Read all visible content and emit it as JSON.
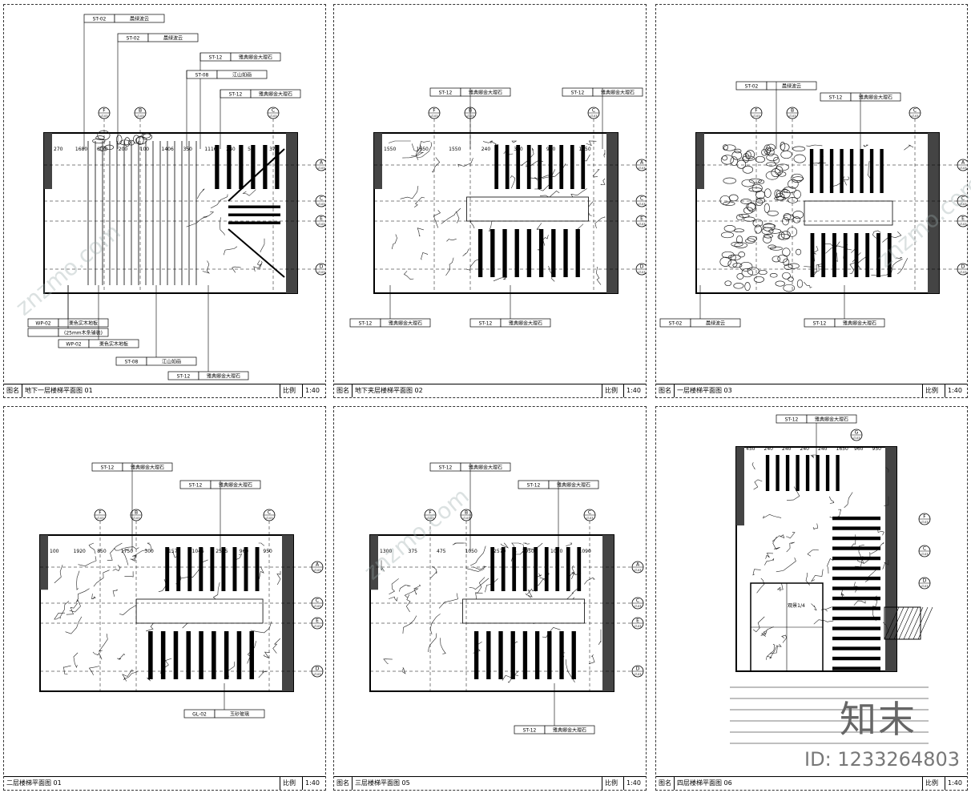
{
  "sheets": [
    {
      "title": "地下一层楼梯平面图 01",
      "name_label": "图名",
      "scale_label": "比例",
      "scale": "1:40",
      "tags": [
        [
          "ST-02",
          "晨绿波云"
        ],
        [
          "ST-02",
          "晨绿波云"
        ],
        [
          "ST-12",
          "雅典娜金大理石"
        ],
        [
          "ST-08",
          "江山如画"
        ],
        [
          "ST-12",
          "雅典娜金大理石"
        ],
        [
          "WP-02",
          "栗色实木地板"
        ],
        [
          "",
          "(25mm木条铺装)"
        ],
        [
          "WP-02",
          "栗色实木地板"
        ],
        [
          "ST-08",
          "江山如画"
        ],
        [
          "ST-12",
          "雅典娜金大理石"
        ]
      ],
      "dims": [
        "270",
        "1680",
        "600",
        "200",
        "100",
        "1406",
        "350",
        "1116",
        "240",
        "50",
        "376"
      ],
      "grid": [
        "F",
        "B",
        "C",
        "A",
        "C",
        "E",
        "D"
      ],
      "grid_ref": "LT-03"
    },
    {
      "title": "地下夹层楼梯平面图 02",
      "name_label": "图名",
      "scale_label": "比例",
      "scale": "1:40",
      "tags": [
        [
          "ST-12",
          "雅典娜金大理石"
        ],
        [
          "ST-12",
          "雅典娜金大理石"
        ],
        [
          "ST-12",
          "雅典娜金大理石"
        ],
        [
          "ST-12",
          "雅典娜金大理石"
        ]
      ],
      "dims": [
        "1550",
        "1650",
        "1550",
        "240",
        "310",
        "960",
        "1350"
      ],
      "grid": [
        "F",
        "B",
        "C",
        "A",
        "C",
        "E",
        "D"
      ],
      "grid_ref": "LT-03"
    },
    {
      "title": "一层楼梯平面图 03",
      "name_label": "图名",
      "scale_label": "比例",
      "scale": "1:40",
      "tags": [
        [
          "ST-02",
          "晨绿波云"
        ],
        [
          "ST-12",
          "雅典娜金大理石"
        ],
        [
          "ST-02",
          "晨绿波云"
        ],
        [
          "ST-12",
          "雅典娜金大理石"
        ]
      ],
      "dims": [],
      "grid": [
        "F",
        "B",
        "C",
        "A",
        "C",
        "E",
        "D"
      ],
      "grid_ref": "LT-03"
    },
    {
      "title": "二层楼梯平面图 01",
      "name_label": "图名",
      "scale_label": "比例",
      "scale": "1:40",
      "tags": [
        [
          "ST-12",
          "雅典娜金大理石"
        ],
        [
          "ST-12",
          "雅典娜金大理石"
        ],
        [
          "GL-02",
          "玉砂玻璃"
        ]
      ],
      "dims": [
        "100",
        "1920",
        "850",
        "1750",
        "300",
        "1575",
        "1045",
        "2575",
        "960",
        "950"
      ],
      "grid": [
        "F",
        "B",
        "C",
        "A",
        "C",
        "E",
        "D"
      ],
      "grid_ref": "LT-03"
    },
    {
      "title": "三层楼梯平面图 05",
      "name_label": "图名",
      "scale_label": "比例",
      "scale": "1:40",
      "tags": [
        [
          "ST-12",
          "雅典娜金大理石"
        ],
        [
          "ST-12",
          "雅典娜金大理石"
        ],
        [
          "ST-12",
          "雅典娜金大理石"
        ]
      ],
      "dims": [
        "1300",
        "375",
        "475",
        "1050",
        "2570",
        "1950",
        "1080",
        "1090"
      ],
      "grid": [
        "F",
        "B",
        "C",
        "A",
        "C",
        "E",
        "D"
      ],
      "grid_ref": "LT-03"
    },
    {
      "title": "四层楼梯平面图 06",
      "name_label": "图名",
      "scale_label": "比例",
      "scale": "1:40",
      "tags": [
        [
          "ST-12",
          "雅典娜金大理石"
        ]
      ],
      "dims": [
        "450",
        "240",
        "240",
        "240",
        "240",
        "1650",
        "960",
        "950"
      ],
      "grid": [
        "G",
        "F",
        "C",
        "D"
      ],
      "grid_ref": "LT-03",
      "note": "观景1/4"
    }
  ],
  "brand": "知末",
  "id_text": "ID: 1233264803",
  "watermark": "znzmo.com"
}
